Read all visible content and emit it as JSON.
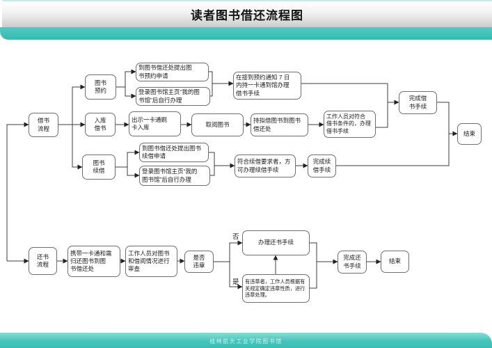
{
  "header": {
    "title": "读者图书借还流程图"
  },
  "footer": {
    "text": "桂林航天工业学院图书馆"
  },
  "colors": {
    "teal": "#3cc0b7",
    "header_gradient_bottom": "#cbcbcb",
    "line": "#3c3c3c",
    "box_border": "#6e6e6e"
  },
  "flow": {
    "labels": {
      "no": "否",
      "yes": "是"
    },
    "nodes": [
      {
        "name": "borrow-process",
        "text": "借书\n流程"
      },
      {
        "name": "book-reserve",
        "text": "图书\n预约"
      },
      {
        "name": "reserve-apply",
        "text": "到图书借还处提出图\n书预约申请"
      },
      {
        "name": "reserve-online",
        "text": "登录图书馆主页“我的图\n书馆”后自行办理"
      },
      {
        "name": "reserve-notice",
        "text": "在接到预约通知 7 日\n内持一卡通到馆办理\n借书手续"
      },
      {
        "name": "enter-borrow",
        "text": "入库\n借书"
      },
      {
        "name": "show-card",
        "text": "出示一卡通刷\n卡入库"
      },
      {
        "name": "pick-books",
        "text": "取阅图书"
      },
      {
        "name": "bring-books",
        "text": "持拟借图书到图书\n借还处"
      },
      {
        "name": "staff-borrow",
        "text": "工作人员对符合\n借书条件的，办理\n借书手续"
      },
      {
        "name": "done-borrow",
        "text": "完成借\n书手续"
      },
      {
        "name": "end-borrow",
        "text": "结束"
      },
      {
        "name": "book-renew",
        "text": "图书\n续借"
      },
      {
        "name": "renew-apply",
        "text": "到图书借还处提出图书\n续借申请"
      },
      {
        "name": "renew-online",
        "text": "登录图书馆主页“我的\n图书馆”后自行办理"
      },
      {
        "name": "renew-ok",
        "text": "符合续借要求者，方\n可办理续借手续"
      },
      {
        "name": "done-renew",
        "text": "完成续\n借手续"
      },
      {
        "name": "return-process",
        "text": "还书\n流程"
      },
      {
        "name": "carry-books",
        "text": "携带一卡通和需\n归还图书到图\n书借还处"
      },
      {
        "name": "staff-check",
        "text": "工作人员对图书\n和借阅情况进行\n审查"
      },
      {
        "name": "violate-question",
        "text": "是否\n违章"
      },
      {
        "name": "return-handle",
        "text": "办理还书手续"
      },
      {
        "name": "violate-handle",
        "text": "有违章者，工作人员根据有\n关规定确定违章性质，进行\n违章处理。"
      },
      {
        "name": "done-return",
        "text": "完成还\n书手续"
      },
      {
        "name": "end-return",
        "text": "结束"
      }
    ]
  }
}
